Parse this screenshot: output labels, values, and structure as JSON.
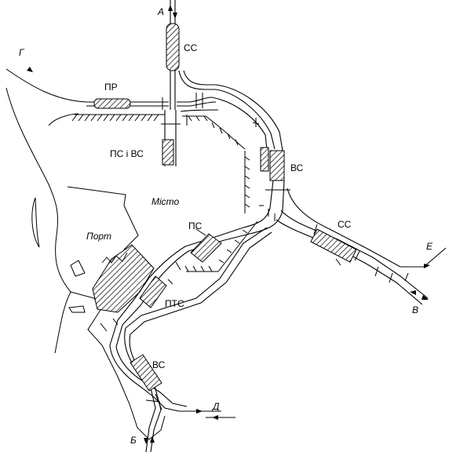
{
  "labels": {
    "dir_a": "А",
    "dir_b": "Б",
    "dir_v": "В",
    "dir_g": "Г",
    "dir_d": "Д",
    "dir_e": "Е",
    "ss_north": "СС",
    "pr": "ПР",
    "ps_vs_north": "ПС і ВС",
    "vs_center": "ВС",
    "city": "Місто",
    "port": "Порт",
    "ps": "ПС",
    "ss_east": "СС",
    "pts": "ПТС",
    "vs_south": "ВС"
  }
}
